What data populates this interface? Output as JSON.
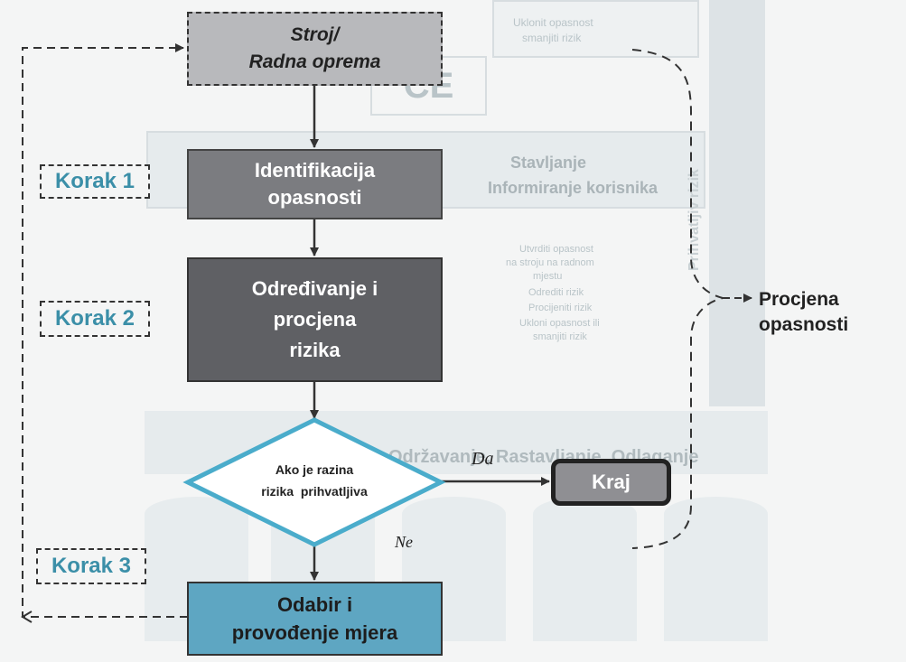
{
  "background": {
    "faded_texts": [
      "Uklonit opasnost",
      "smanjiti rizik",
      "Stavljanje",
      "Informiranje korisnika",
      "Utvrditi opasnost",
      "na stroju na radnom",
      "mjestu",
      "Odrediti rizik",
      "Procijeniti rizik",
      "Ukloni opasnost ili",
      "smanjiti rizik",
      "Prihvatljiv rizik",
      "Održavanje, Rastavljanje, Odlaganje"
    ]
  },
  "flowchart": {
    "start": {
      "line1": "Stroj/",
      "line2": "Radna oprema"
    },
    "step1": {
      "label": "Korak 1",
      "line1": "Identifikacija",
      "line2": "opasnosti"
    },
    "step2": {
      "label": "Korak 2",
      "line1": "Određivanje i",
      "line2": "procjena",
      "line3": "rizika"
    },
    "decision": {
      "line1": "Ako je razina",
      "line2": "rizika  prihvatljiva",
      "yes": "Da",
      "no": "Ne"
    },
    "end": {
      "label": "Kraj"
    },
    "step3": {
      "label": "Korak 3",
      "line1": "Odabir i",
      "line2": "provođenje mjera"
    },
    "bracket": {
      "line1": "Procjena",
      "line2": "opasnosti"
    }
  },
  "colors": {
    "start_fill": "#b8b9bc",
    "step1_fill": "#7b7c80",
    "step2_fill": "#5f6064",
    "decision_stroke": "#4aaccb",
    "end_fill": "#8f8f93",
    "step3_fill": "#5ea6c2",
    "step_label_text": "#3b8fa8"
  }
}
